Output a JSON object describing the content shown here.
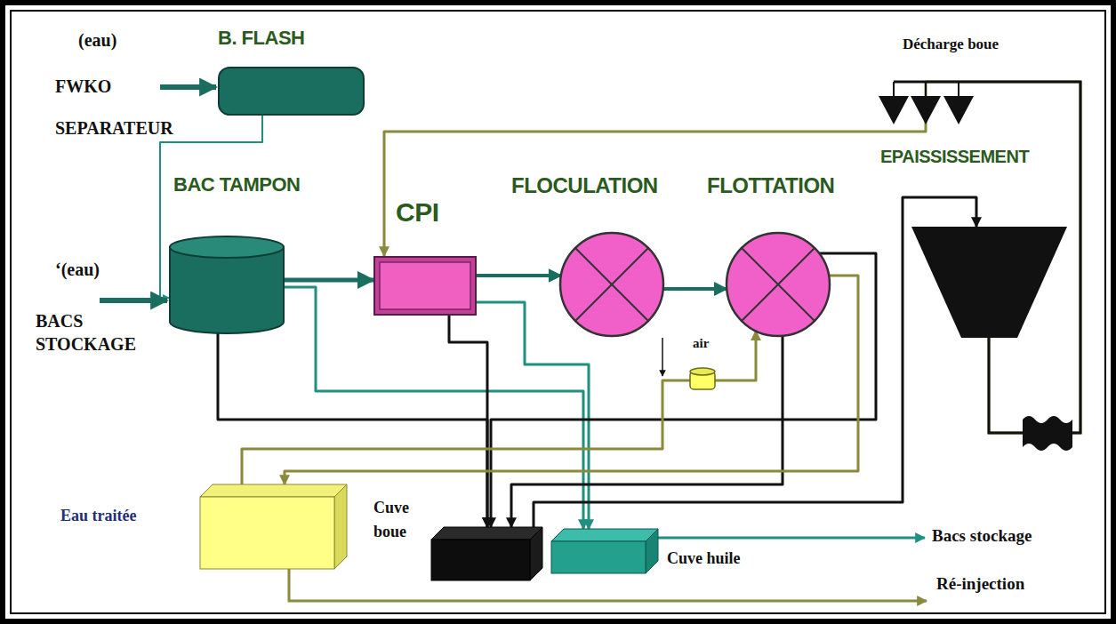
{
  "diagram": {
    "nodes": [
      {
        "text": [
          "B. FLASH"
        ]
      },
      {
        "text": [
          "BAC TAMPON"
        ]
      },
      {
        "text": [
          "CPI"
        ]
      },
      {
        "text": [
          "FLOCULATION"
        ]
      },
      {
        "text": [
          "FLOTTATION"
        ]
      },
      {
        "text": [
          "EPAISSISSEMENT"
        ]
      },
      {
        "text": [
          "Eau traitée"
        ]
      },
      {
        "text": [
          "Cuve boue"
        ]
      },
      {
        "text": [
          "Cuve huile"
        ]
      }
    ],
    "edges": [
      {
        "from": 0,
        "to": 1,
        "arrow": "to"
      },
      {
        "from": 1,
        "to": 2,
        "arrow": "to"
      },
      {
        "from": 2,
        "to": 3,
        "arrow": "to"
      },
      {
        "from": 3,
        "to": 4,
        "arrow": "to"
      },
      {
        "from": 1,
        "to": 8,
        "arrow": "to"
      },
      {
        "from": 1,
        "to": 7,
        "arrow": "to"
      },
      {
        "from": 2,
        "to": 7,
        "arrow": "to"
      },
      {
        "from": 2,
        "to": 8,
        "arrow": "to"
      },
      {
        "from": 4,
        "to": 7,
        "arrow": "to"
      },
      {
        "from": 4,
        "to": 7,
        "arrow": "to"
      },
      {
        "from": 4,
        "to": 6,
        "arrow": "to"
      },
      {
        "from": 6,
        "to": 4,
        "arrow": "to"
      },
      {
        "from": 7,
        "to": 5,
        "arrow": "to"
      },
      {
        "from": 5,
        "to": 2,
        "arrow": "to"
      }
    ],
    "labels": [
      "(eau)",
      "FWKO",
      "SEPARATEUR",
      "‘(eau)",
      "BACS",
      "STOCKAGE",
      "Décharge boue",
      "air",
      "Bacs stockage",
      "Ré-injection"
    ]
  }
}
